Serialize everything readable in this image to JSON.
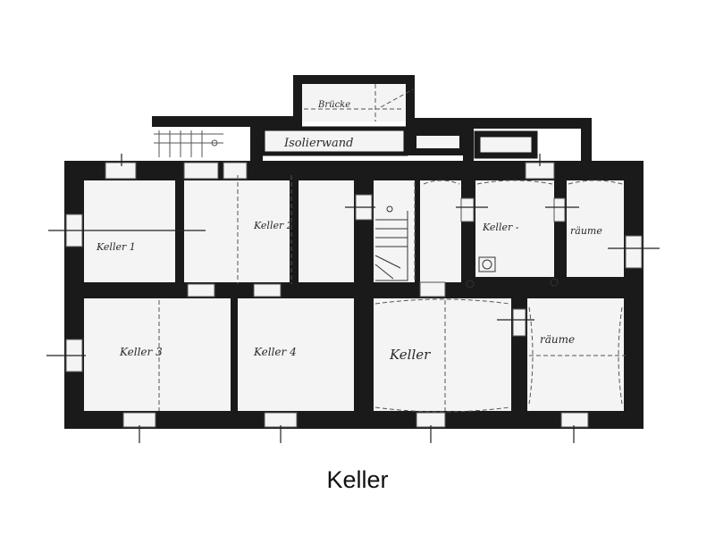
{
  "caption": "Keller",
  "colors": {
    "wall": "#1a1a1a",
    "paper": "#ffffff",
    "room_fill": "#f4f4f4",
    "pencil": "#555555"
  },
  "annex_labels": {
    "top_room": "Brücke",
    "wall_note": "Isolierwand"
  },
  "rooms_upper": {
    "keller_1": "Keller 1",
    "keller_2": "Keller 2",
    "kellerraeume": "Keller -",
    "raeume_upper": "räume"
  },
  "rooms_lower": {
    "keller_3": "Keller 3",
    "keller_4": "Keller 4",
    "keller_big": "Keller",
    "raeume_lower": "räume"
  }
}
